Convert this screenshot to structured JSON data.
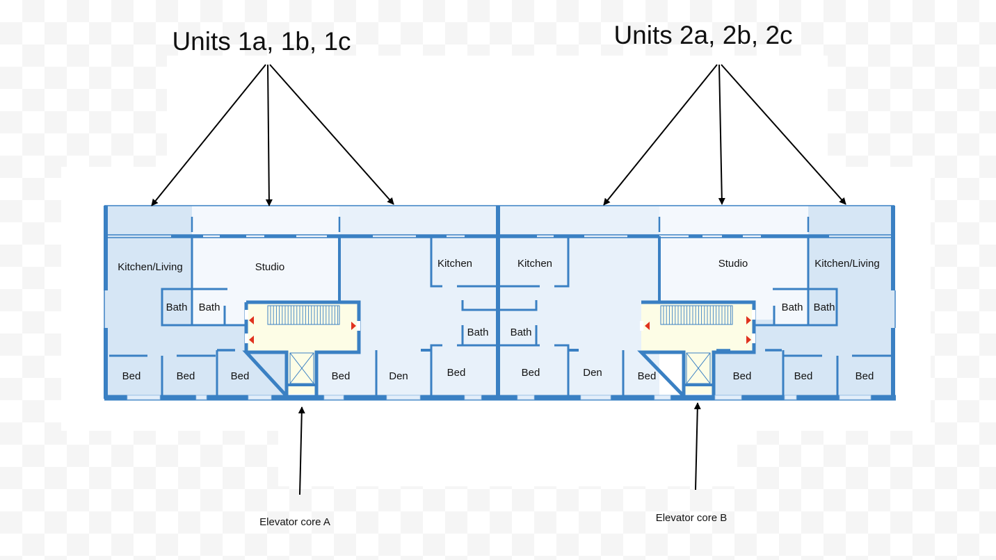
{
  "diagram": {
    "callouts": {
      "units_1": "Units 1a, 1b, 1c",
      "units_2": "Units 2a, 2b, 2c",
      "core_a": "Elevator core A",
      "core_b": "Elevator core B"
    },
    "colors": {
      "wall": "#3a80c3",
      "unit_dark": "#d6e6f5",
      "unit_mid": "#e8f1fa",
      "unit_light": "#f4f8fd",
      "core_fill": "#fdfde6",
      "stair_arrow": "#e0321e",
      "arrow": "#000000"
    },
    "rooms": {
      "u1a_kitchen_living": "Kitchen/Living",
      "u1a_bath": "Bath",
      "u1a_bed1": "Bed",
      "u1a_bed2": "Bed",
      "u1a_bed3": "Bed",
      "u1b_studio": "Studio",
      "u1b_bath": "Bath",
      "u1c_kitchen": "Kitchen",
      "u1c_bath": "Bath",
      "u1c_bed1": "Bed",
      "u1c_den": "Den",
      "u1c_bed2": "Bed",
      "u2a_kitchen": "Kitchen",
      "u2a_bath": "Bath",
      "u2a_bed1": "Bed",
      "u2a_den": "Den",
      "u2a_bed2": "Bed",
      "u2b_studio": "Studio",
      "u2b_bath": "Bath",
      "u2c_kitchen_living": "Kitchen/Living",
      "u2c_bath": "Bath",
      "u2c_bed1": "Bed",
      "u2c_bed2": "Bed",
      "u2c_bed3": "Bed"
    }
  }
}
